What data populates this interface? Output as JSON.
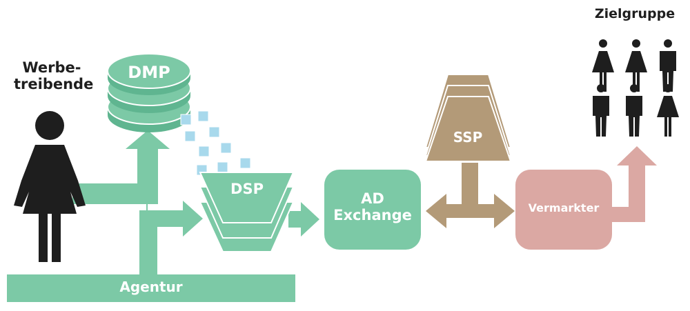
{
  "diagram": {
    "advertisers_label_line1": "Werbe-",
    "advertisers_label_line2": "treibende",
    "target_group_label": "Zielgruppe",
    "dmp_label": "DMP",
    "dsp_label": "DSP",
    "ad_exchange_line1": "AD",
    "ad_exchange_line2": "Exchange",
    "ssp_label": "SSP",
    "marketer_label": "Vermarkter",
    "agency_label": "Agentur",
    "audience_icons": [
      "female",
      "female",
      "male",
      "male",
      "male",
      "female"
    ]
  },
  "colors": {
    "green": "#7cc9a6",
    "green_dark": "#5fb590",
    "tan": "#b39a78",
    "pink": "#dba8a3",
    "cube": "#a8d9ec",
    "icon": "#1e1e1e",
    "text": "#1e1e1e"
  }
}
